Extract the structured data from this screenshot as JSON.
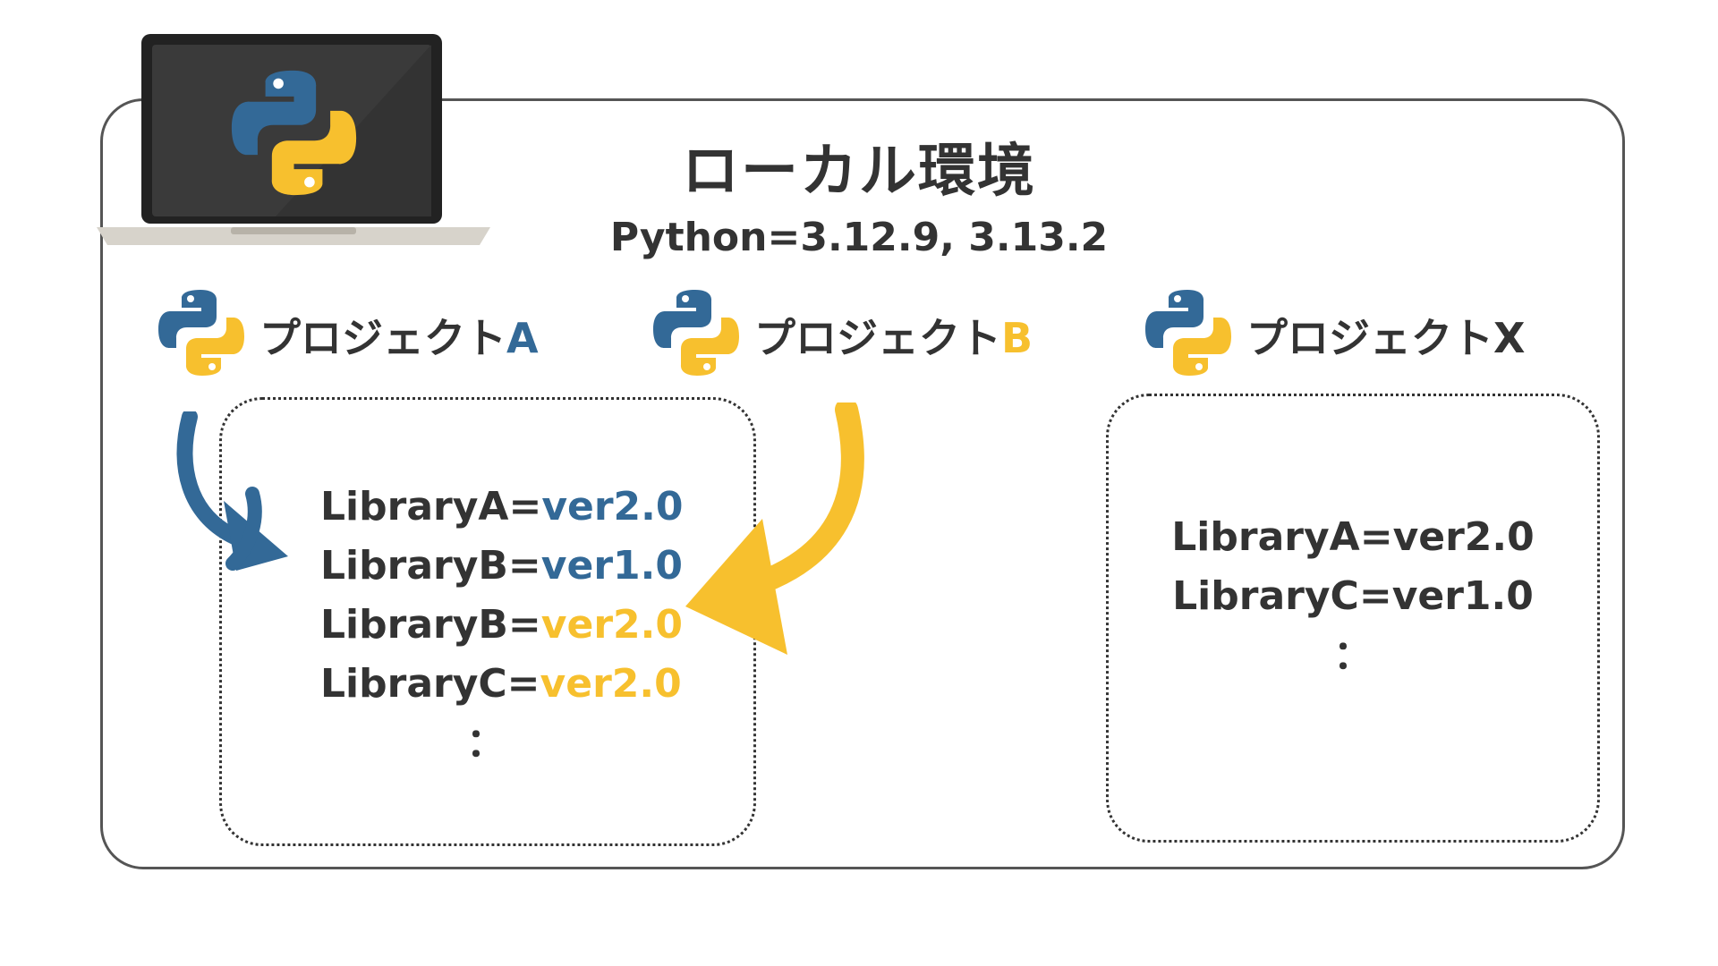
{
  "title": "ローカル環境",
  "python_versions": "Python=3.12.9, 3.13.2",
  "projects": [
    {
      "prefix": "プロジェクト",
      "suffix": "A",
      "accent": "#336997"
    },
    {
      "prefix": "プロジェクト",
      "suffix": "B",
      "accent": "#F7C02E"
    },
    {
      "prefix": "プロジェクト",
      "suffix": "X",
      "accent": "#333333"
    }
  ],
  "shared_env": {
    "libraries": [
      {
        "name": "LibraryA=",
        "version": "ver2.0",
        "used_by": "A"
      },
      {
        "name": "LibraryB=",
        "version": "ver1.0",
        "used_by": "A"
      },
      {
        "name": "LibraryB=",
        "version": "ver2.0",
        "used_by": "B"
      },
      {
        "name": "LibraryC=",
        "version": "ver2.0",
        "used_by": "B"
      }
    ],
    "ellipsis": "："
  },
  "project_x_env": {
    "libraries": [
      {
        "name": "LibraryA=",
        "version": "ver2.0"
      },
      {
        "name": "LibraryC=",
        "version": "ver1.0"
      }
    ],
    "ellipsis": "："
  },
  "colors": {
    "python_blue": "#336997",
    "python_yellow": "#F7C02E",
    "text": "#333333",
    "border": "#555555",
    "laptop_screen": "#3a3a3a",
    "laptop_base": "#d7d3cb"
  },
  "icons": [
    "laptop-icon",
    "python-logo-icon",
    "arrow-blue-icon",
    "arrow-yellow-icon"
  ]
}
